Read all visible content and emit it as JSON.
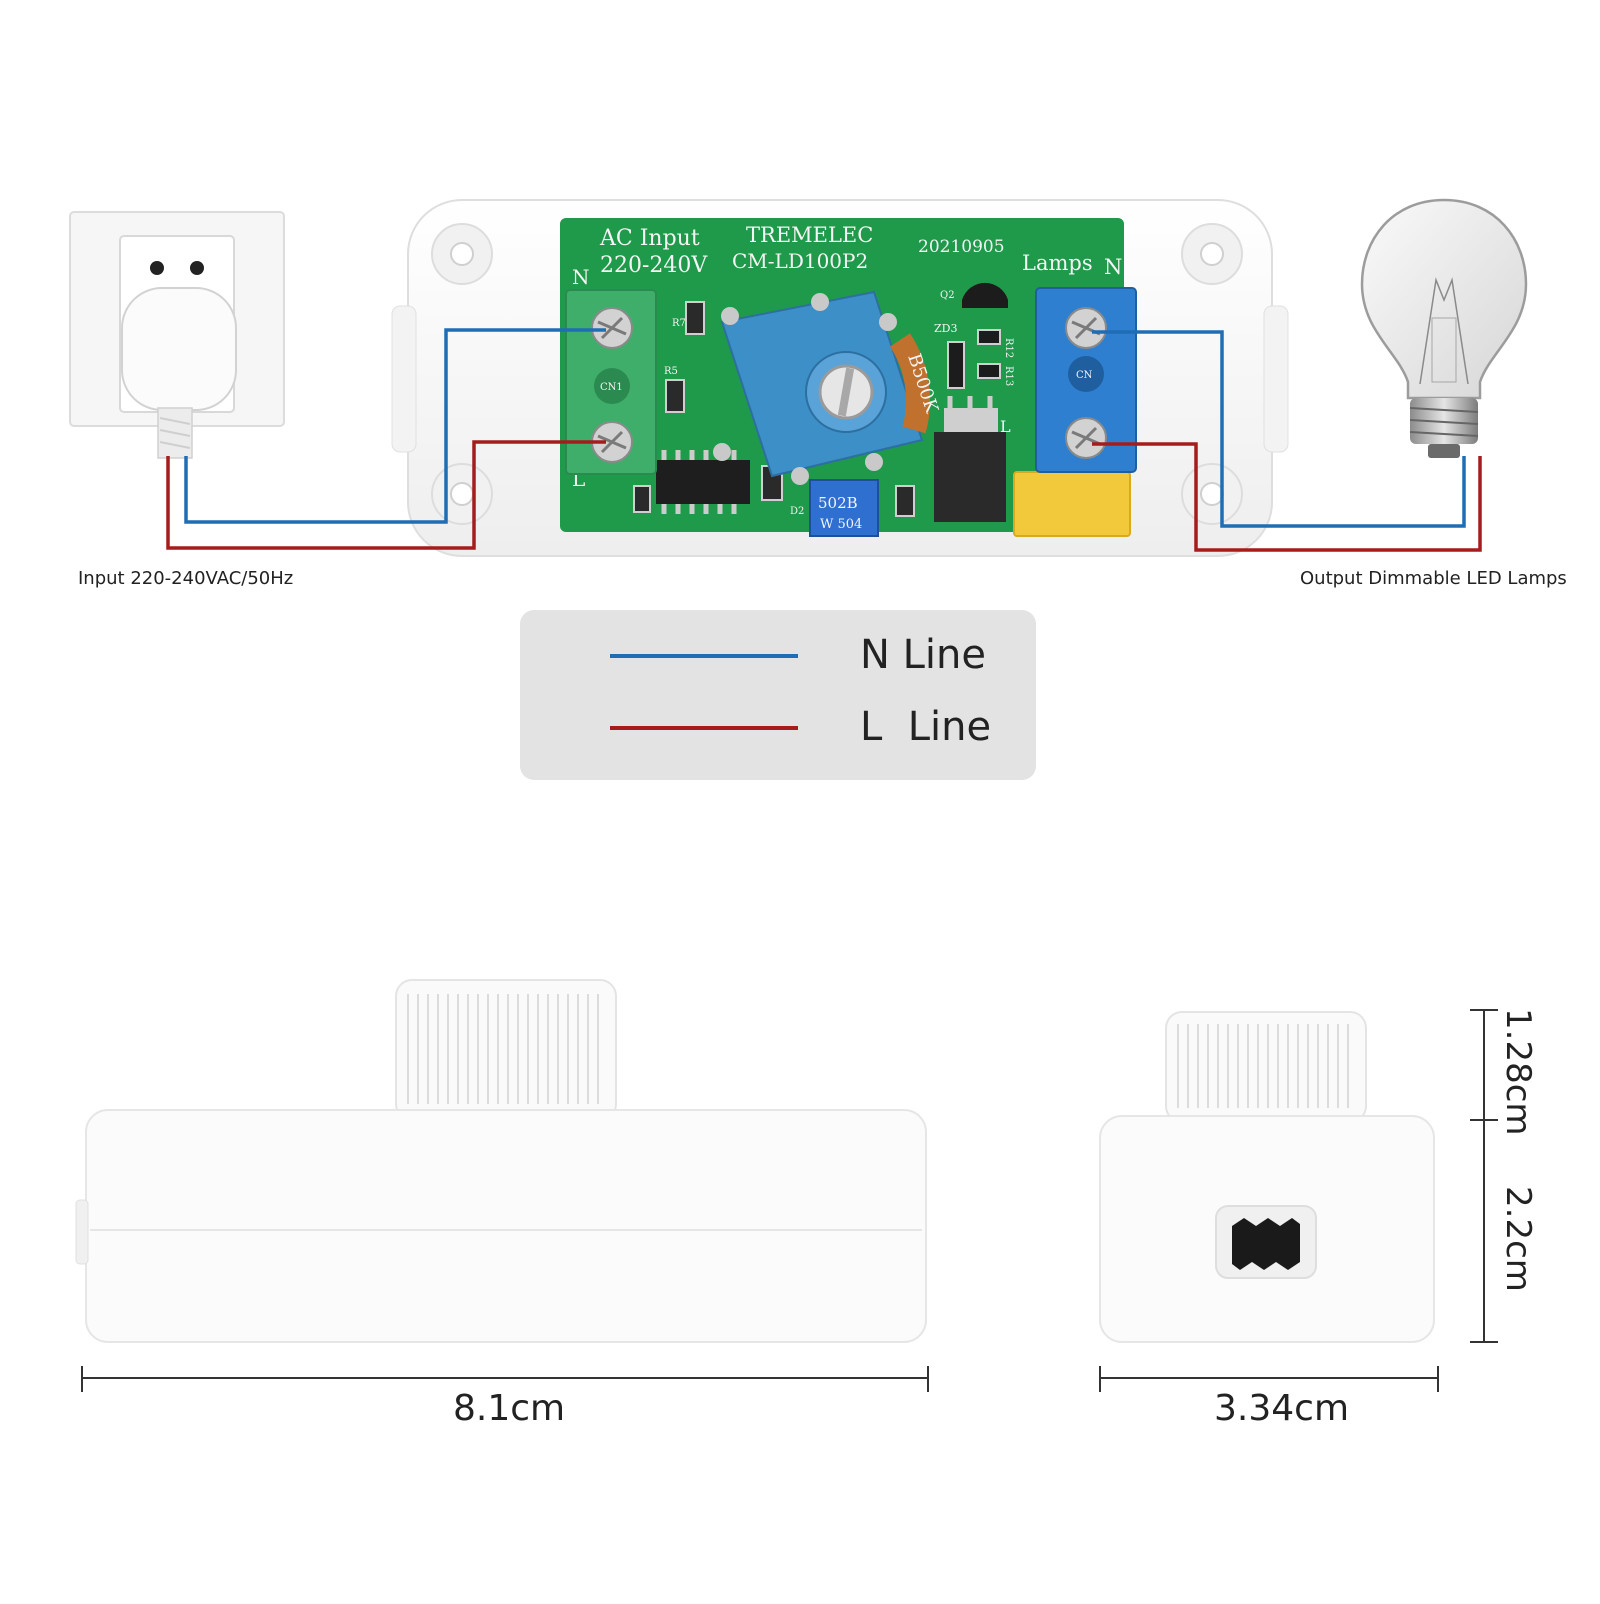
{
  "wiring": {
    "input_label": "Input 220-240VAC/50Hz",
    "output_label": "Output Dimmable LED Lamps"
  },
  "pcb": {
    "ac_input": "AC Input",
    "voltage": "220-240V",
    "brand": "TREMELEC",
    "model": "CM-LD100P2",
    "date_code": "20210905",
    "lamps": "Lamps",
    "left_n": "N",
    "left_l": "L",
    "right_n": "N",
    "right_l": "L",
    "pot_value": "B500K",
    "trim_value": "502B",
    "trim_sub": "W 504",
    "cn1": "CN1",
    "cn2": "CN",
    "r7": "R7",
    "r5": "R5",
    "q2": "Q2",
    "zd3": "ZD3",
    "r12": "R12",
    "r13": "R13",
    "d2": "D2"
  },
  "legend": {
    "n_label": "N Line",
    "l_label": "L  Line",
    "n_color": "#1f6db5",
    "l_color": "#a51c1c"
  },
  "dimensions": {
    "length": "8.1cm",
    "width": "3.34cm",
    "knob_height": "1.28cm",
    "body_height": "2.2cm"
  },
  "colors": {
    "pcb": "#1f9a4a",
    "terminal_left": "#3fae6a",
    "terminal_right": "#2f7fd0",
    "potentiometer": "#3d8fc8",
    "capacitor": "#f2c93a"
  }
}
